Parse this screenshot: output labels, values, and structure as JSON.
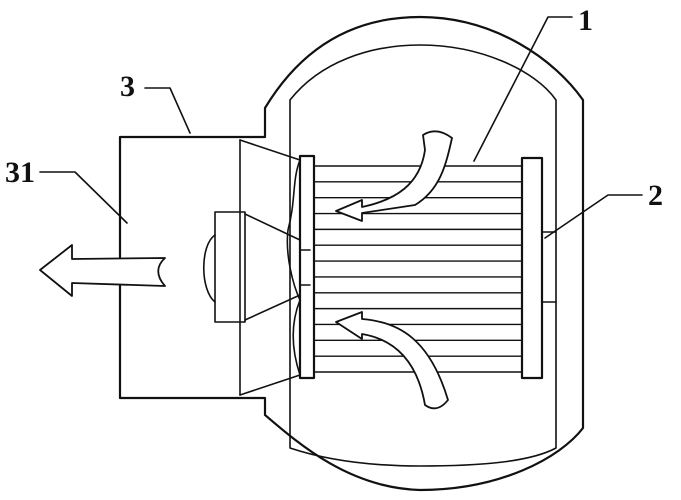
{
  "figure": {
    "labels": {
      "filter": "1",
      "housing": "2",
      "fan": "3",
      "outlet": "31"
    },
    "line_color": "#111111",
    "background": "#ffffff",
    "fin_count": 14,
    "parts": [
      "outer-shell",
      "inner-shell",
      "fan-housing",
      "filter-cartridge",
      "motor-hub",
      "airflow-arrows"
    ]
  }
}
